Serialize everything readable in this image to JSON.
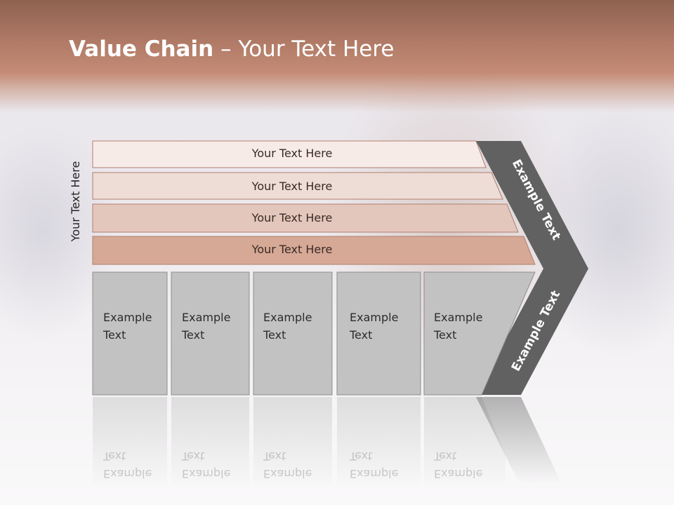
{
  "slide": {
    "title_bold": "Value Chain",
    "title_rest": " – Your Text Here",
    "side_label": "Your Text Here"
  },
  "bars": [
    {
      "label": "Your Text Here"
    },
    {
      "label": "Your Text Here"
    },
    {
      "label": "Your Text Here"
    },
    {
      "label": "Your Text Here"
    }
  ],
  "boxes": [
    {
      "line1": "Example",
      "line2": "Text"
    },
    {
      "line1": "Example",
      "line2": "Text"
    },
    {
      "line1": "Example",
      "line2": "Text"
    },
    {
      "line1": "Example",
      "line2": "Text"
    },
    {
      "line1": "Example",
      "line2": "Text"
    }
  ],
  "arrow": {
    "upper_label": "Example Text",
    "lower_label": "Example Text"
  },
  "colors": {
    "header": "#b27c68",
    "bar_1": "#f7ebe8",
    "bar_2": "#eedcd6",
    "bar_3": "#e3c7bd",
    "bar_4": "#d6a896",
    "box": "#c2c2c2",
    "arrow": "#616161"
  }
}
